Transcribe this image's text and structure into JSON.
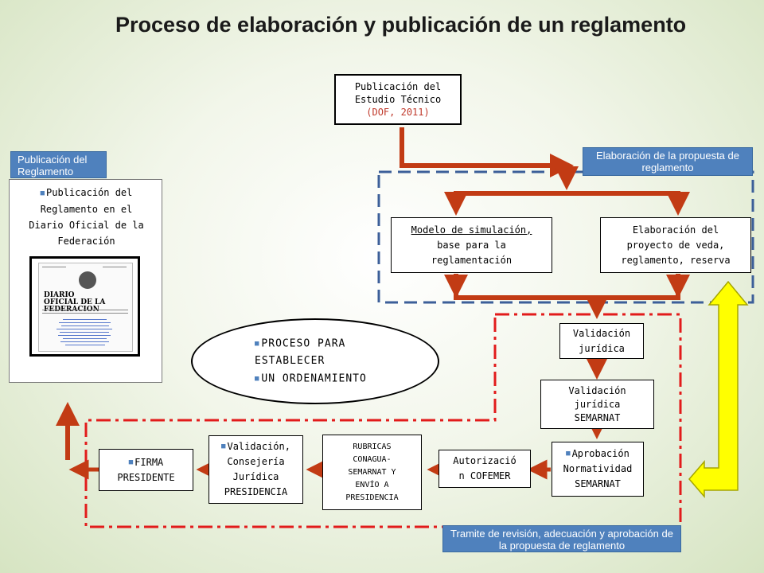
{
  "title": "Proceso de elaboración y publicación de un reglamento",
  "tags": {
    "publicacion": "Publicación del Reglamento",
    "elaboracion": "Elaboración de la propuesta de reglamento",
    "tramite": "Tramite de revisión, adecuación y aprobación de la propuesta de reglamento"
  },
  "boxes": {
    "estudio_tecnico": {
      "line1": "Publicación del",
      "line2": "Estudio Técnico",
      "line3": "(DOF, 2011)"
    },
    "modelo": {
      "line1": "Modelo de simulación,",
      "line2": "base para la",
      "line3": "reglamentación"
    },
    "elaboracion_proyecto": {
      "line1": "Elaboración del",
      "line2": "proyecto de veda,",
      "line3": "reglamento, reserva"
    },
    "validacion_juridica": {
      "line1": "Validación",
      "line2": "jurídica"
    },
    "validacion_semarnat": {
      "line1": "Validación",
      "line2": "jurídica",
      "line3": "SEMARNAT"
    },
    "aprobacion": {
      "line1": "Aprobación",
      "line2": "Normatividad",
      "line3": "SEMARNAT"
    },
    "cofemer": {
      "line1": "Autorizació",
      "line2": "n COFEMER"
    },
    "rubricas": {
      "line1": "RUBRICAS",
      "line2": "CONAGUA-",
      "line3": "SEMARNAT Y",
      "line4": "ENVÍO A",
      "line5": "PRESIDENCIA"
    },
    "consejeria": {
      "line1": "Validación,",
      "line2": "Consejería",
      "line3": "Jurídica",
      "line4": "PRESIDENCIA"
    },
    "firma": {
      "line1": "FIRMA",
      "line2": "PRESIDENTE"
    }
  },
  "ellipse": {
    "line1": "PROCESO PARA",
    "line2": "ESTABLECER",
    "line3": "UN ORDENAMIENTO"
  },
  "dof_panel": {
    "line1": "Publicación del",
    "line2": "Reglamento en el",
    "line3": "Diario Oficial de la",
    "line4": "Federación",
    "image_title": "DIARIO OFICIAL DE LA FEDERACION"
  },
  "colors": {
    "arrow": "#c23b14",
    "dash_blue": "#3c5f99",
    "dash_red": "#e21b1b",
    "yellow": "#ffff00",
    "tag_blue": "#4f81bd"
  }
}
